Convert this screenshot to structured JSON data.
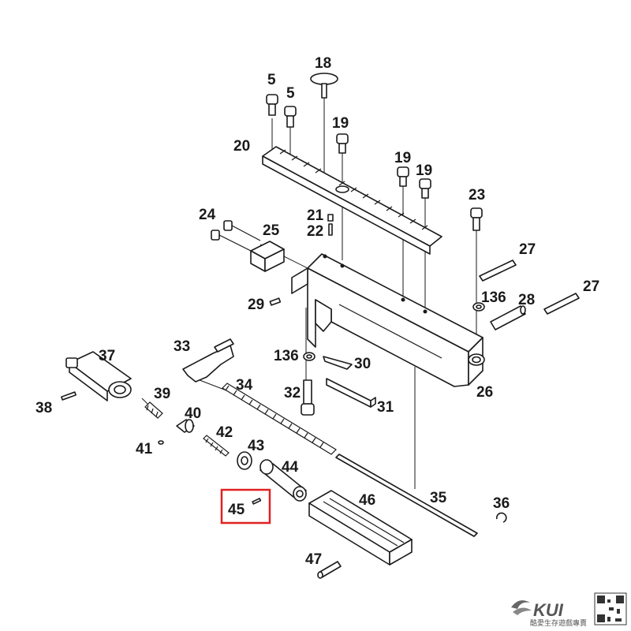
{
  "callouts": {
    "c5a": "5",
    "c5b": "5",
    "c18": "18",
    "c19a": "19",
    "c19b": "19",
    "c19c": "19",
    "c20": "20",
    "c21": "21",
    "c22": "22",
    "c23": "23",
    "c24": "24",
    "c25": "25",
    "c26": "26",
    "c27a": "27",
    "c27b": "27",
    "c28": "28",
    "c29": "29",
    "c30": "30",
    "c31": "31",
    "c32": "32",
    "c33": "33",
    "c34": "34",
    "c35": "35",
    "c36": "36",
    "c37": "37",
    "c38": "38",
    "c39": "39",
    "c40": "40",
    "c41": "41",
    "c42": "42",
    "c43": "43",
    "c44": "44",
    "c45": "45",
    "c46": "46",
    "c47": "47",
    "c136a": "136",
    "c136b": "136"
  },
  "highlight": {
    "part": "45",
    "color": "#e02020"
  },
  "watermark": {
    "brand": "KUI",
    "tagline": "酷愛生存遊戲專賣"
  }
}
